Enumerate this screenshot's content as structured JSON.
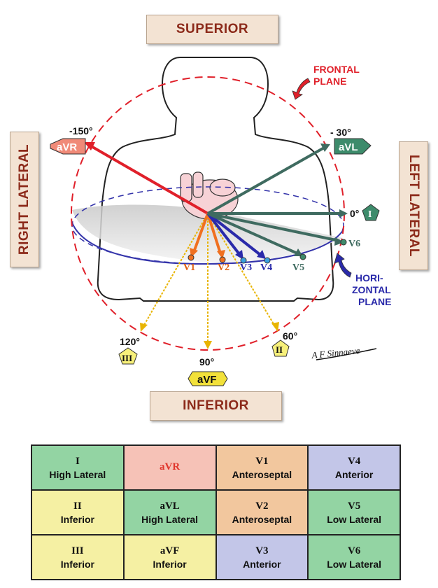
{
  "directions": {
    "superior": "SUPERIOR",
    "inferior": "INFERIOR",
    "right_lateral": "RIGHT LATERAL",
    "left_lateral": "LEFT LATERAL"
  },
  "planes": {
    "frontal_line1": "FRONTAL",
    "frontal_line2": "PLANE",
    "horizontal_line1": "HORI-",
    "horizontal_line2": "ZONTAL",
    "horizontal_line3": "PLANE"
  },
  "limb_leads": {
    "avr": {
      "label": "aVR",
      "angle": "-150°",
      "color": "#f08a78"
    },
    "avl": {
      "label": "aVL",
      "angle": "- 30°",
      "color": "#3d8b6b"
    },
    "i": {
      "label": "I",
      "angle": "0°",
      "color": "#3d8b6b"
    },
    "ii": {
      "label": "II",
      "angle": "60°",
      "color": "#f7f07a"
    },
    "avf": {
      "label": "aVF",
      "angle": "90°",
      "color": "#f2e13a"
    },
    "iii": {
      "label": "III",
      "angle": "120°",
      "color": "#f7f07a"
    }
  },
  "precordial_leads": {
    "v1": "V1",
    "v2": "V2",
    "v3": "V3",
    "v4": "V4",
    "v5": "V5",
    "v6": "V6"
  },
  "signature": "A F Sinnaeve",
  "table": [
    [
      {
        "lead": "I",
        "region": "High Lateral",
        "color": "green"
      },
      {
        "lead": "aVR",
        "region": "",
        "color": "pink"
      },
      {
        "lead": "V1",
        "region": "Anteroseptal",
        "color": "orange"
      },
      {
        "lead": "V4",
        "region": "Anterior",
        "color": "blue"
      }
    ],
    [
      {
        "lead": "II",
        "region": "Inferior",
        "color": "yellow"
      },
      {
        "lead": "aVL",
        "region": "High Lateral",
        "color": "green"
      },
      {
        "lead": "V2",
        "region": "Anteroseptal",
        "color": "orange"
      },
      {
        "lead": "V5",
        "region": "Low Lateral",
        "color": "green"
      }
    ],
    [
      {
        "lead": "III",
        "region": "Inferior",
        "color": "yellow"
      },
      {
        "lead": "aVF",
        "region": "Inferior",
        "color": "yellow"
      },
      {
        "lead": "V3",
        "region": "Anterior",
        "color": "blue"
      },
      {
        "lead": "V6",
        "region": "Low Lateral",
        "color": "green"
      }
    ]
  ]
}
